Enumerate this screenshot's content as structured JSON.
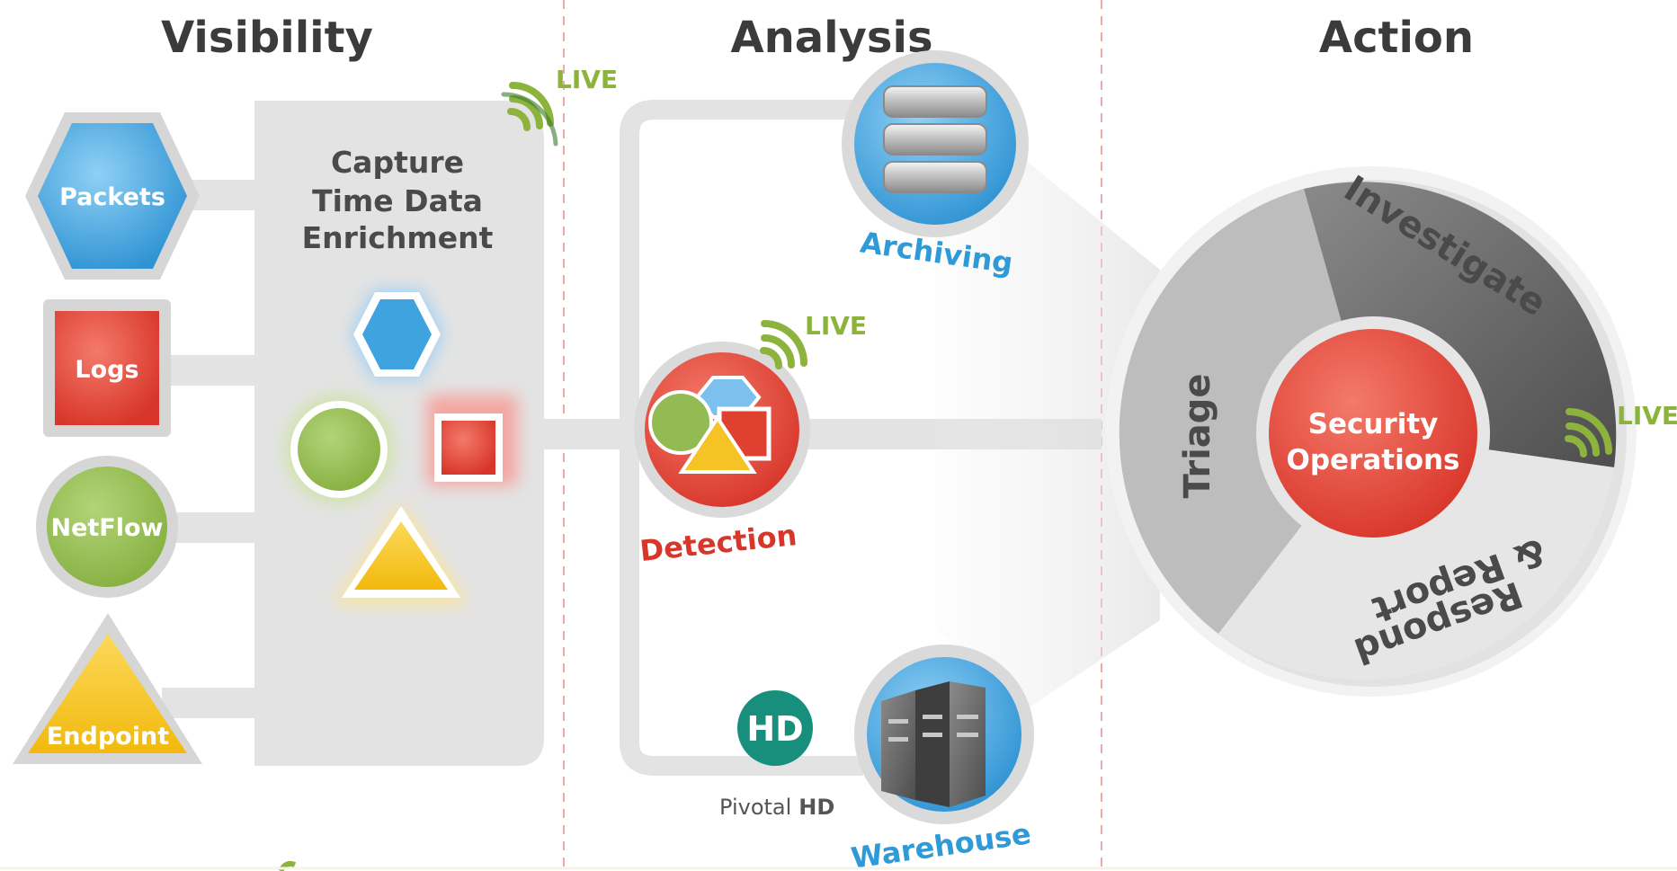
{
  "columns": {
    "visibility": "Visibility",
    "analysis": "Analysis",
    "action": "Action"
  },
  "sources": {
    "packets": "Packets",
    "logs": "Logs",
    "netflow": "NetFlow",
    "endpoint": "Endpoint"
  },
  "capture": {
    "line1": "Capture",
    "line2": "Time Data",
    "line3": "Enrichment"
  },
  "live_label": "LIVE",
  "analysis": {
    "archiving": "Archiving",
    "detection": "Detection",
    "warehouse": "Warehouse",
    "pivotal_prefix": "Pivotal",
    "pivotal_suffix": "HD",
    "hd_badge": "HD"
  },
  "action": {
    "investigate": "Investigate",
    "triage": "Triage",
    "respond_line1": "Respond",
    "respond_line2": "& Report",
    "security_line1": "Security",
    "security_line2": "Operations"
  },
  "colors": {
    "blue": "#3ea3df",
    "red": "#e0402f",
    "green": "#93bb54",
    "yellow": "#f6c327",
    "live_green": "#8cb43c",
    "gray_panel": "#e3e3e3",
    "divider": "#f2a8a8"
  }
}
